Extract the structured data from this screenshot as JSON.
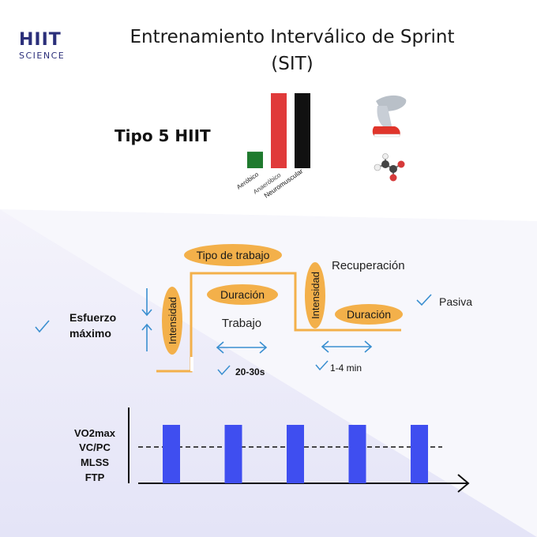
{
  "logo": {
    "line1": "HIIT",
    "line2": "SCIENCE"
  },
  "title": {
    "line1": "Entrenamiento Interválico de Sprint",
    "line2": "(SIT)"
  },
  "type_label": "Tipo 5 HIIT",
  "energy_chart": {
    "labels": [
      "Aeróbico",
      "Anaeróbico",
      "Neuromuscular"
    ],
    "levels": [
      0.22,
      1.0,
      1.0
    ],
    "colors": [
      "#1f7a2e",
      "#e03a3a",
      "#111111"
    ]
  },
  "icons": [
    "leg-icon",
    "molecule-icon"
  ],
  "structure": {
    "work_type": "Tipo de trabajo",
    "intensity": "Intensidad",
    "duration": "Duración",
    "work": "Trabajo",
    "recovery": "Recuperación",
    "intensity_rec": "Intensidad",
    "duration_rec": "Duración",
    "effort_line1": "Esfuerzo",
    "effort_line2": "máximo",
    "passive": "Pasiva",
    "work_time": "20-30s",
    "rec_time": "1-4 min"
  },
  "interval_chart": {
    "thresholds": [
      "VO2max",
      "VC/PC",
      "MLSS",
      "FTP"
    ],
    "intervals": 5
  },
  "colors": {
    "orange": "#f3b04a",
    "blue": "#3f4ef0",
    "arrow_blue": "#3a8fd0"
  }
}
